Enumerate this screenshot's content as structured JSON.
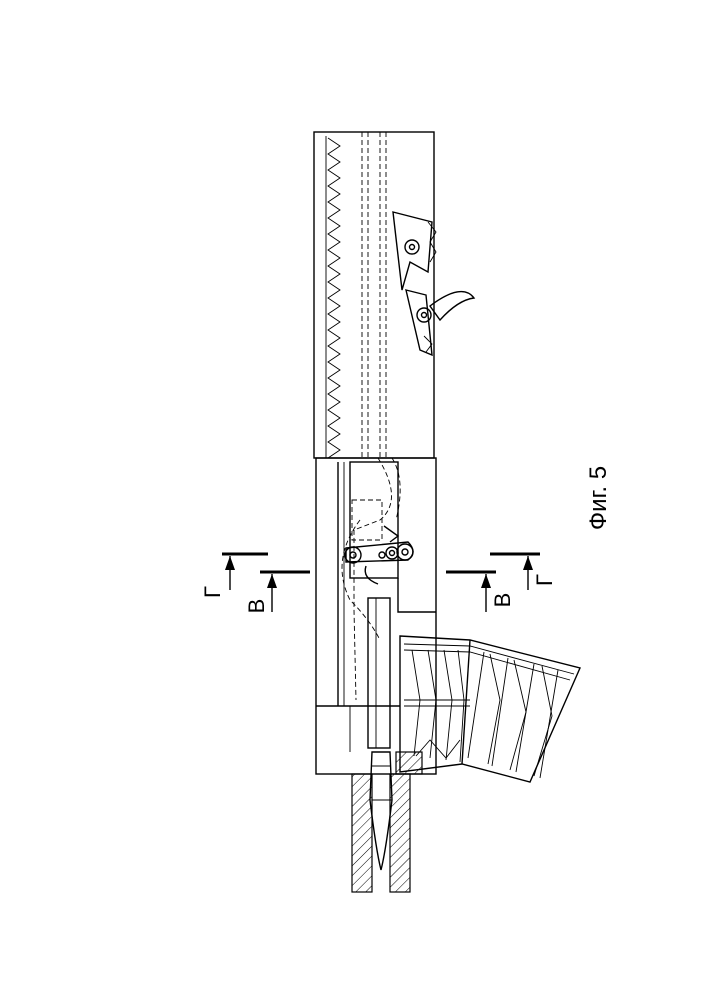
{
  "figure": {
    "caption": "Фиг. 5",
    "section_labels": {
      "g_left": "Г",
      "v_left": "В",
      "v_right": "В",
      "g_right": "Г"
    }
  }
}
